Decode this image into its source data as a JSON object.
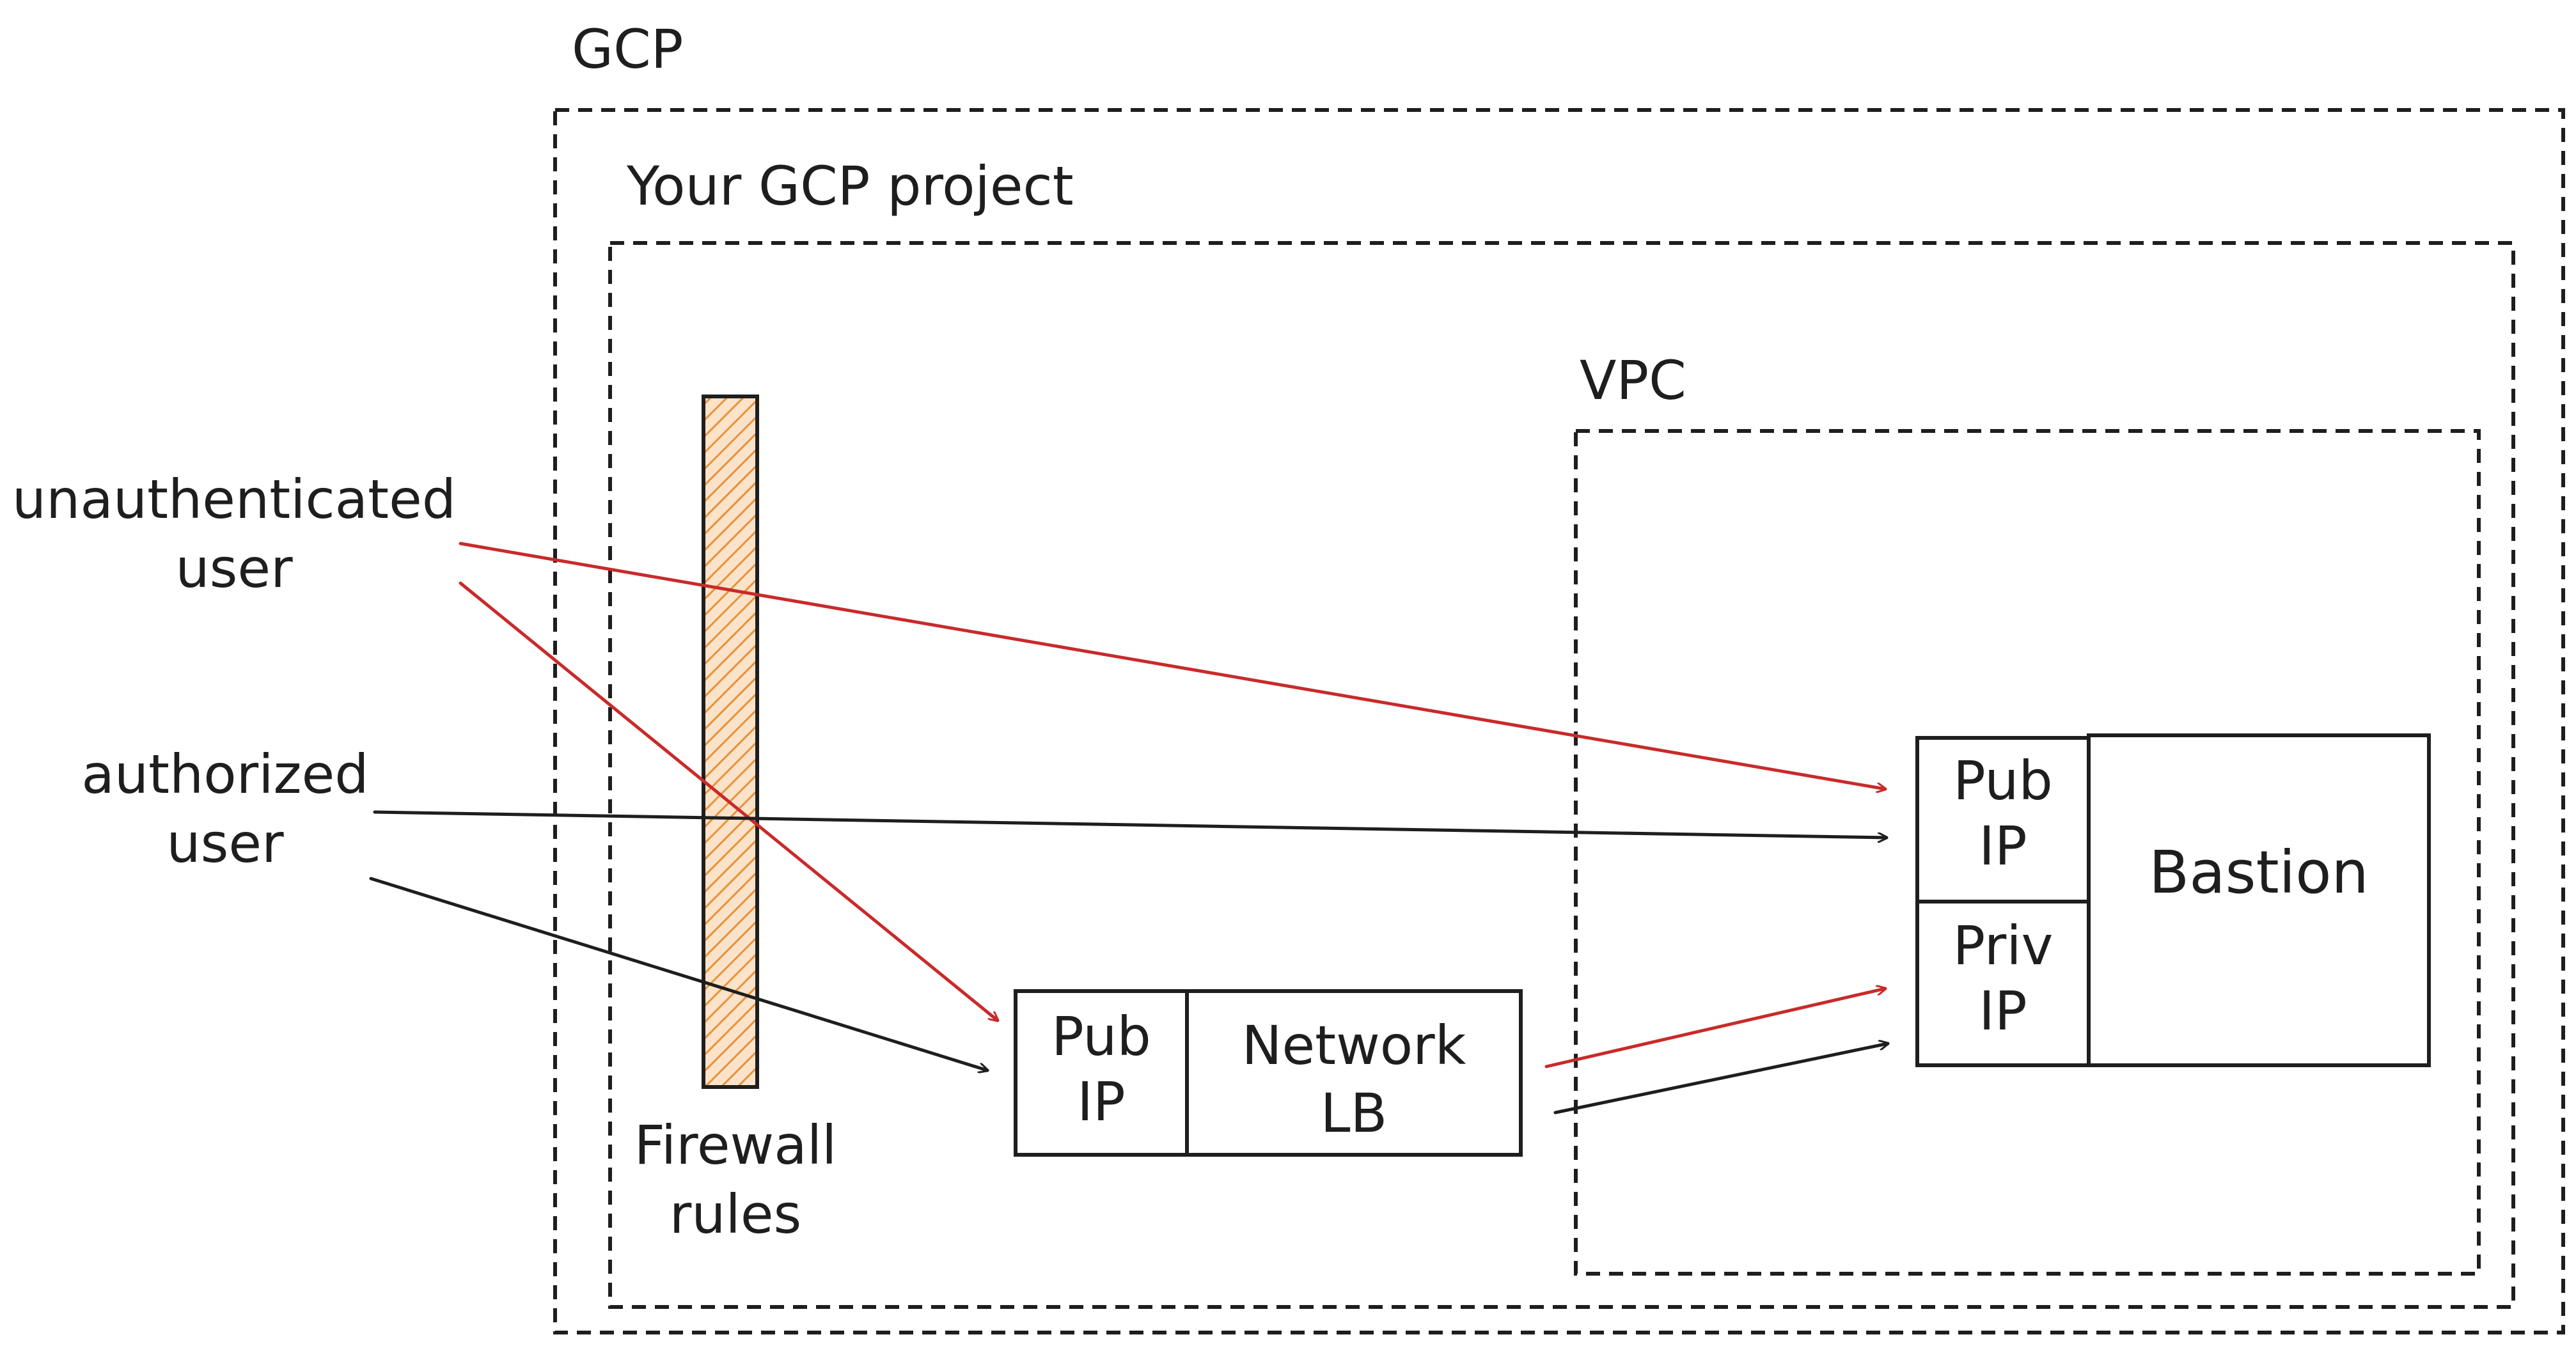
{
  "zones": {
    "gcp": "GCP",
    "project": "Your GCP project",
    "vpc": "VPC"
  },
  "actors": {
    "unauthenticated": {
      "line1": "unauthenticated",
      "line2": "user"
    },
    "authorized": {
      "line1": "authorized",
      "line2": "user"
    }
  },
  "firewall": {
    "line1": "Firewall",
    "line2": "rules"
  },
  "lb_pub_ip": {
    "line1": "Pub",
    "line2": "IP"
  },
  "network_lb": {
    "line1": "Network",
    "line2": "LB"
  },
  "bastion_pub_ip": {
    "line1": "Pub",
    "line2": "IP"
  },
  "bastion_priv_ip": {
    "line1": "Priv",
    "line2": "IP"
  },
  "bastion": {
    "label": "Bastion"
  },
  "colors": {
    "blocked_flow": "#c92a2a",
    "allowed_flow": "#1e1e1e",
    "firewall_fill": "#e8913a",
    "stroke": "#1e1e1e"
  }
}
